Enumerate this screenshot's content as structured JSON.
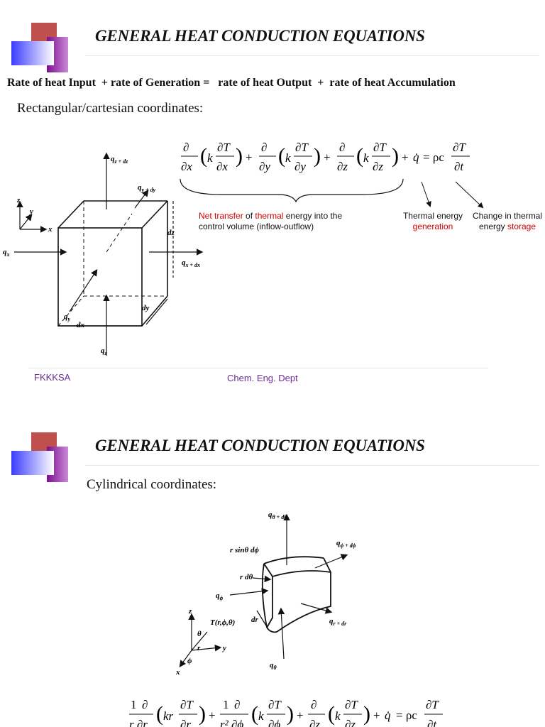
{
  "slide1": {
    "title": "GENERAL HEAT CONDUCTION EQUATIONS",
    "rate_equation": "Rate of heat Input  + rate of Generation =   rate of heat Output  +  rate of heat Accumulation",
    "subtitle": "Rectangular/cartesian coordinates:",
    "annotation_net": {
      "part1": "Net transfer",
      "part2": " of ",
      "part3": "thermal",
      "part4": " energy into the",
      "line2": "control volume (inflow-outflow)"
    },
    "annotation_generation": {
      "line1": "Thermal energy",
      "line2": "generation"
    },
    "annotation_storage": {
      "line1": "Change in thermal",
      "line2_a": "energy ",
      "line2_b": "storage"
    },
    "diagram_labels": {
      "qz_dz": "q",
      "qz_dz_sub": "z + dz",
      "qy_dy": "q",
      "qy_dy_sub": "y + dy",
      "qx": "q",
      "qx_sub": "x",
      "qx_dx": "q",
      "qx_dx_sub": "x + dx",
      "qy": "q",
      "qy_sub": "y",
      "qz": "q",
      "qz_sub": "z",
      "dz": "dz",
      "dy": "dy",
      "dx": "dx",
      "axis_z": "z",
      "axis_y": "y",
      "axis_x": "x"
    },
    "footer_left": "FKKKSA",
    "footer_center": "Chem. Eng. Dept"
  },
  "slide2": {
    "title": "GENERAL HEAT CONDUCTION EQUATIONS",
    "subtitle": "Cylindrical coordinates:",
    "diagram_labels": {
      "q_theta_dtheta": "q",
      "q_theta_dtheta_sub": "θ + dθ",
      "r_sin": "r sinθ dϕ",
      "q_phi_dphi": "q",
      "q_phi_dphi_sub": "ϕ + dϕ",
      "r_dtheta": "r dθ",
      "q_phi": "q",
      "q_phi_sub": "ϕ",
      "T_label": "T(r,ϕ,θ)",
      "dr": "dr",
      "q_r_dr": "q",
      "q_r_dr_sub": "r + dr",
      "theta": "θ",
      "r": "r",
      "phi": "ϕ",
      "q_theta": "q",
      "q_theta_sub": "θ",
      "axis_z": "z",
      "axis_y": "y",
      "axis_x": "x"
    }
  },
  "colors": {
    "deco_red": "#c0504d",
    "deco_purple": "#7b0f8e",
    "deco_blue": "#3b3bff",
    "annotation_red": "#d10000",
    "footer_purple": "#6b2c91"
  }
}
